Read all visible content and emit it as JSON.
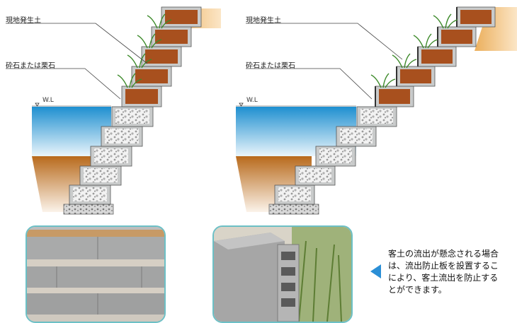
{
  "diagrams": [
    {
      "label_soil": "現地発生土",
      "label_gravel": "砕石または栗石",
      "label_wl": "W.L"
    },
    {
      "label_soil": "現地発生土",
      "label_gravel": "砕石または栗石",
      "label_wl": "W.L"
    }
  ],
  "note": {
    "lines": [
      "客土の流出が懸念される場合",
      "は、流出防止板を設置するこ",
      "により、客土流出を防止する",
      "とができます。"
    ]
  },
  "colors": {
    "water_top": "#1e8fd0",
    "ground": "#b86a1c",
    "soil": "#a8501e",
    "concrete": "#c9cbcb",
    "photo_border": "#6cc0c6",
    "arrow": "#2b8fd6"
  }
}
